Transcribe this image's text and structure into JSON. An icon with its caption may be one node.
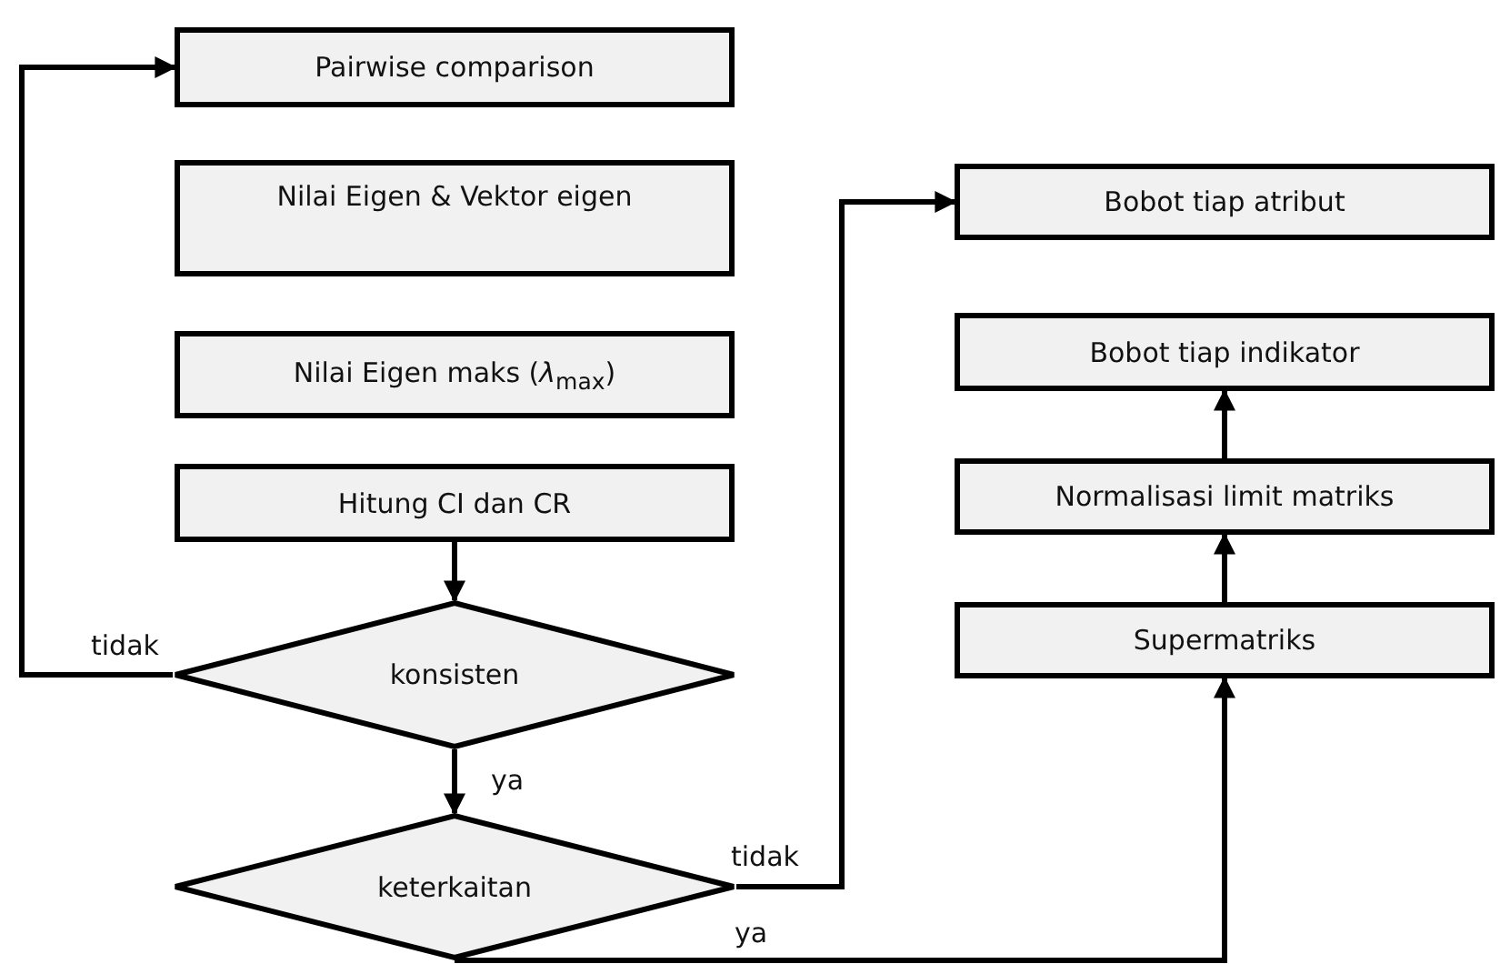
{
  "diagram": {
    "nodes": [
      {
        "text": [
          "Pairwise comparison"
        ]
      },
      {
        "text": [
          "Nilai Eigen & Vektor eigen"
        ]
      },
      {
        "text": [
          "Nilai Eigen maks (*λ*$_{max}$)"
        ]
      },
      {
        "text": [
          "Hitung CI dan CR"
        ]
      },
      {
        "text": [
          "konsisten"
        ]
      },
      {
        "text": [
          "keterkaitan"
        ]
      },
      {
        "text": [
          "Bobot tiap atribut"
        ]
      },
      {
        "text": [
          "Bobot tiap indikator"
        ]
      },
      {
        "text": [
          "Normalisasi limit matriks"
        ]
      },
      {
        "text": [
          "Supermatriks"
        ]
      }
    ],
    "edges": [
      {
        "from": 3,
        "to": 4,
        "arrow": "to"
      },
      {
        "from": 4,
        "to": 0,
        "arrow": "to",
        "label": "tidak"
      },
      {
        "from": 4,
        "to": 5,
        "arrow": "to",
        "label": "ya"
      },
      {
        "from": 5,
        "to": 6,
        "arrow": "to",
        "label": "tidak"
      },
      {
        "from": 5,
        "to": 9,
        "arrow": "to",
        "label": "ya"
      },
      {
        "from": 9,
        "to": 8,
        "arrow": "to"
      },
      {
        "from": 8,
        "to": 7,
        "arrow": "to"
      }
    ]
  }
}
